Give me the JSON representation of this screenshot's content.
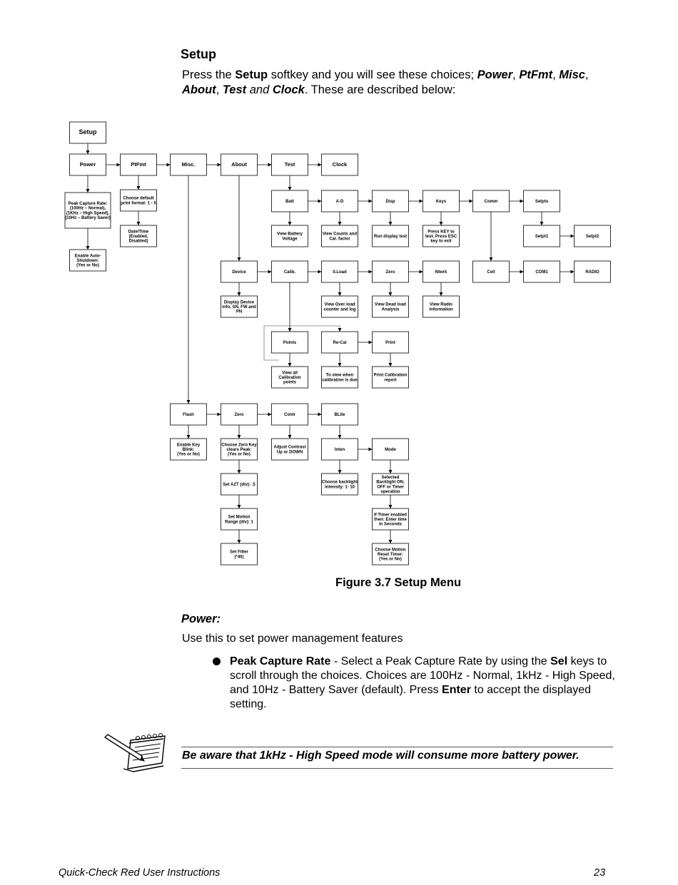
{
  "section": {
    "title": "Setup",
    "intro_parts": [
      {
        "text": "Press the ",
        "style": "n"
      },
      {
        "text": "Setup",
        "style": "b"
      },
      {
        "text": " softkey and you will see these choices; ",
        "style": "n"
      },
      {
        "text": "Power",
        "style": "bi"
      },
      {
        "text": ", ",
        "style": "n"
      },
      {
        "text": "PtFmt",
        "style": "bi"
      },
      {
        "text": ", ",
        "style": "n"
      },
      {
        "text": "Misc",
        "style": "bi"
      },
      {
        "text": ", ",
        "style": "n"
      },
      {
        "text": "About",
        "style": "bi"
      },
      {
        "text": ", ",
        "style": "n"
      },
      {
        "text": "Test",
        "style": "bi"
      },
      {
        "text": " and ",
        "style": "i"
      },
      {
        "text": "Clock",
        "style": "bi"
      },
      {
        "text": ". These are described below:",
        "style": "n"
      }
    ]
  },
  "diagram": {
    "nodes": [
      {
        "id": "setup",
        "lines": [
          "Setup"
        ]
      },
      {
        "id": "power",
        "lines": [
          "Power"
        ]
      },
      {
        "id": "ptfmt",
        "lines": [
          "PtFmt"
        ]
      },
      {
        "id": "misc",
        "lines": [
          "Misc."
        ]
      },
      {
        "id": "about",
        "lines": [
          "About"
        ]
      },
      {
        "id": "test",
        "lines": [
          "Test"
        ]
      },
      {
        "id": "clock",
        "lines": [
          "Clock"
        ]
      },
      {
        "id": "peak",
        "lines": [
          "Peak Capture Rate:",
          "(100Hz – Normal),",
          "(1KHz – High Speed),",
          "(10Hz – Battery Saver)"
        ]
      },
      {
        "id": "autoshut",
        "lines": [
          "Enable Auto-",
          "Shutdown:",
          "(Yes or No)"
        ]
      },
      {
        "id": "printfmt",
        "lines": [
          "Choose default",
          "print format: 1 - 5"
        ]
      },
      {
        "id": "datetime",
        "lines": [
          "Date/Time",
          "(Enabled,",
          "Disabled)"
        ]
      },
      {
        "id": "batt",
        "lines": [
          "Batt"
        ]
      },
      {
        "id": "ad",
        "lines": [
          "A-D"
        ]
      },
      {
        "id": "disp",
        "lines": [
          "Disp"
        ]
      },
      {
        "id": "keys",
        "lines": [
          "Keys"
        ]
      },
      {
        "id": "comm",
        "lines": [
          "Comm"
        ]
      },
      {
        "id": "setpts",
        "lines": [
          "Setpts"
        ]
      },
      {
        "id": "viewbatt",
        "lines": [
          "View Battery",
          "Voltage"
        ]
      },
      {
        "id": "viewcounts",
        "lines": [
          "View Counts and",
          "Cal. factor"
        ]
      },
      {
        "id": "rundisp",
        "lines": [
          "Run display test"
        ]
      },
      {
        "id": "presskey",
        "lines": [
          "Press KEY to",
          "test. Press ESC",
          "key to exit"
        ]
      },
      {
        "id": "setpt1",
        "lines": [
          "Setpt1"
        ]
      },
      {
        "id": "setpt2",
        "lines": [
          "Setpt2"
        ]
      },
      {
        "id": "device",
        "lines": [
          "Device"
        ]
      },
      {
        "id": "calib",
        "lines": [
          "Calib."
        ]
      },
      {
        "id": "oload",
        "lines": [
          "0.Load"
        ]
      },
      {
        "id": "zero1",
        "lines": [
          "Zero"
        ]
      },
      {
        "id": "ntwrk",
        "lines": [
          "Ntwrk"
        ]
      },
      {
        "id": "cell",
        "lines": [
          "Cell"
        ]
      },
      {
        "id": "com1",
        "lines": [
          "COM1"
        ]
      },
      {
        "id": "radio",
        "lines": [
          "RADIO"
        ]
      },
      {
        "id": "dispdevice",
        "lines": [
          "Display Device",
          "info, SN, FW and",
          "PN"
        ]
      },
      {
        "id": "viewover",
        "lines": [
          "View Over load",
          "counter and log"
        ]
      },
      {
        "id": "viewdead",
        "lines": [
          "View Dead load",
          "Analysis"
        ]
      },
      {
        "id": "viewradio",
        "lines": [
          "View Radio",
          "information"
        ]
      },
      {
        "id": "points",
        "lines": [
          "Points"
        ]
      },
      {
        "id": "recal",
        "lines": [
          "Re-Cal"
        ]
      },
      {
        "id": "print",
        "lines": [
          "Print"
        ]
      },
      {
        "id": "viewall",
        "lines": [
          "View all",
          "Calibration",
          "points"
        ]
      },
      {
        "id": "toview",
        "lines": [
          "To view when",
          "calibration is due"
        ]
      },
      {
        "id": "printcal",
        "lines": [
          "Print Calibration",
          "report"
        ]
      },
      {
        "id": "flash",
        "lines": [
          "Flash"
        ]
      },
      {
        "id": "zero2",
        "lines": [
          "Zero"
        ]
      },
      {
        "id": "contr",
        "lines": [
          "Contr"
        ]
      },
      {
        "id": "blite",
        "lines": [
          "BLite"
        ]
      },
      {
        "id": "enablekey",
        "lines": [
          "Enable Key",
          "Blink:",
          "(Yes or No)"
        ]
      },
      {
        "id": "choosezero",
        "lines": [
          "Choose Zero Key",
          "clears Peak:",
          "(Yes or No)"
        ]
      },
      {
        "id": "adjust",
        "lines": [
          "Adjust Contrast",
          "Up or DOWN"
        ]
      },
      {
        "id": "inten",
        "lines": [
          "Inten"
        ]
      },
      {
        "id": "mode",
        "lines": [
          "Mode"
        ]
      },
      {
        "id": "setazt",
        "lines": [
          "Set AZT (div): .5"
        ]
      },
      {
        "id": "choosebl",
        "lines": [
          "Choose backlight",
          "intensity: 1- 10"
        ]
      },
      {
        "id": "selbl",
        "lines": [
          "Selected",
          "Backlight ON,",
          "OFF or Timer",
          "operation"
        ]
      },
      {
        "id": "setmotion",
        "lines": [
          "Set Motion",
          "Range (div): 1"
        ]
      },
      {
        "id": "iftimer",
        "lines": [
          "If Timer enabled",
          "then: Enter time",
          "in Seconds"
        ]
      },
      {
        "id": "setfilter",
        "lines": [
          "Set Filter",
          "(*40)"
        ]
      },
      {
        "id": "choosemotion",
        "lines": [
          "Choose Motion",
          "Reset Timer:",
          "(Yes or No)"
        ]
      }
    ]
  },
  "figure": {
    "caption": "Figure 3.7  Setup Menu"
  },
  "power": {
    "heading": "Power:",
    "description": "Use this to set power management features",
    "bullet_parts": [
      {
        "text": "Peak Capture Rate",
        "style": "b"
      },
      {
        "text": " - Select a Peak Capture Rate by using the ",
        "style": "n"
      },
      {
        "text": "Sel",
        "style": "b"
      },
      {
        "text": " keys to scroll through the choices. Choices are 100Hz - Normal, 1kHz - High Speed, and 10Hz - Battery Saver (default). Press ",
        "style": "n"
      },
      {
        "text": "Enter",
        "style": "b"
      },
      {
        "text": " to accept the displayed setting.",
        "style": "n"
      }
    ]
  },
  "note": {
    "text": "Be aware that 1kHz - High Speed mode will consume more battery power.",
    "icon": "notepad-pencil-icon"
  },
  "footer": {
    "left": "Quick-Check Red User Instructions",
    "right": "23"
  }
}
